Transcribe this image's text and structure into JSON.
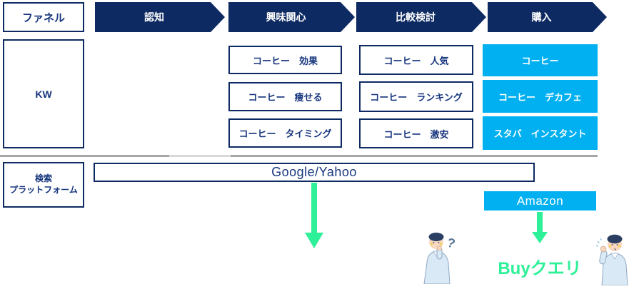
{
  "colors": {
    "navy": "#0e2a62",
    "keyword_blue": "#16357d",
    "cyan": "#00b0f0",
    "green": "#2ef098",
    "divider_gray": "#a6a6a6"
  },
  "funnel": {
    "row_label": "ファネル",
    "stages": [
      {
        "label": "認知"
      },
      {
        "label": "興味関心"
      },
      {
        "label": "比較検討"
      },
      {
        "label": "購入"
      }
    ]
  },
  "kw": {
    "row_label": "KW",
    "columns": [
      {
        "stage": "認知",
        "items": []
      },
      {
        "stage": "興味関心",
        "items": [
          "コーヒー　効果",
          "コーヒー　痩せる",
          "コーヒー　タイミング"
        ]
      },
      {
        "stage": "比較検討",
        "items": [
          "コーヒー　人気",
          "コーヒー　ランキング",
          "コーヒー　激安"
        ]
      },
      {
        "stage": "購入",
        "items": [
          "コーヒー",
          "コーヒー　デカフェ",
          "スタバ　インスタント"
        ]
      }
    ]
  },
  "platform": {
    "row_label_line1": "検索",
    "row_label_line2": "プラットフォーム",
    "search_engines": "Google/Yahoo",
    "marketplace": "Amazon"
  },
  "annotations": {
    "buy_query": "Buyクエリ"
  },
  "illustrations": {
    "question_mark": "?",
    "thinking_person": "thinking man with question mark",
    "cheering_person": "man raising fist"
  }
}
